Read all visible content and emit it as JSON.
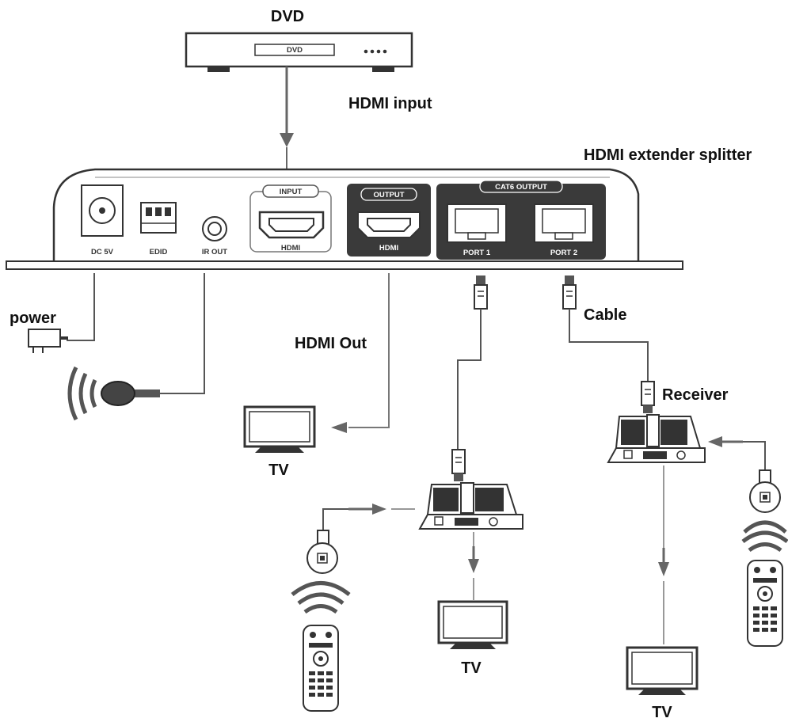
{
  "labels": {
    "dvd": "DVD",
    "hdmi_input": "HDMI input",
    "extender_splitter": "HDMI extender splitter",
    "power": "power",
    "hdmi_out": "HDMI Out",
    "cable": "Cable",
    "receiver": "Receiver",
    "tv": "TV"
  },
  "device_panel": {
    "dc_5v": "DC 5V",
    "edid": "EDID",
    "ir_out": "IR OUT",
    "input_tag": "INPUT",
    "input_hdmi": "HDMI",
    "output_tag": "OUTPUT",
    "output_hdmi": "HDMI",
    "cat6_output": "CAT6 OUTPUT",
    "port1": "PORT 1",
    "port2": "PORT 2"
  },
  "dvd_display": "DVD",
  "colors": {
    "line": "#555555",
    "outline": "#333333",
    "dark_panel": "#3a3a3a",
    "arrow": "#666666"
  }
}
